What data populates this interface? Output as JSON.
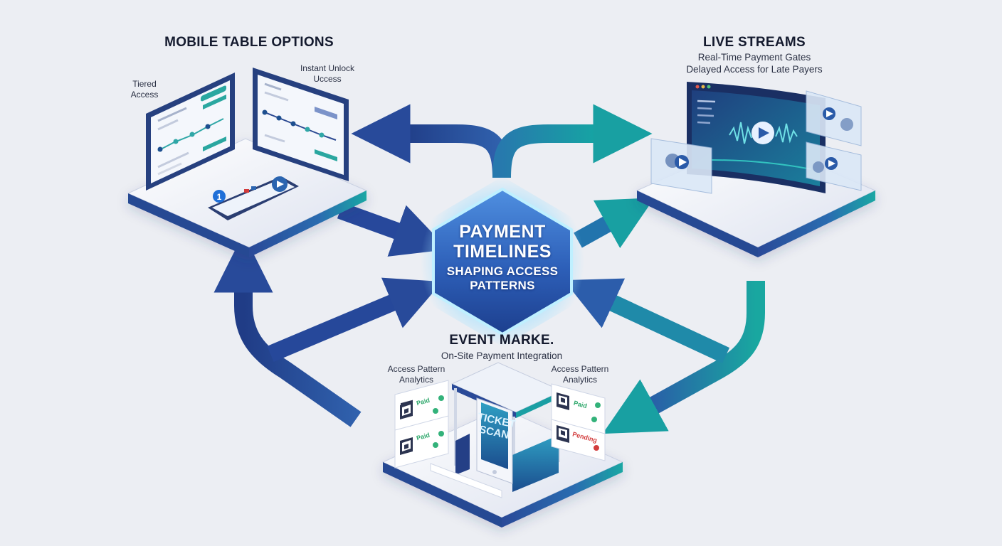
{
  "hub": {
    "title_line1": "PAYMENT",
    "title_line2": "TIMELINES",
    "subtitle_line1": "SHAPING ACCESS",
    "subtitle_line2": "PATTERNS"
  },
  "mobile": {
    "title": "MOBILE TABLE OPTIONS",
    "tiered_line1": "Tiered",
    "tiered_line2": "Access",
    "instant_line1": "Instant Unlock",
    "instant_line2": "Uccess",
    "badge": "1"
  },
  "live": {
    "title": "LIVE STREAMS",
    "line1": "Real-Time Payment Gates",
    "line2": "Delayed Access for Late Payers"
  },
  "event": {
    "title": "EVENT MARKE.",
    "subtitle": "On-Site Payment Integration",
    "left_analytics_line1": "Access Pattern",
    "left_analytics_line2": "Analytics",
    "right_analytics_line1": "Access Pattern",
    "right_analytics_line2": "Analytics",
    "kiosk_line1": "TICKET",
    "kiosk_line2": "SCAN",
    "tags": [
      "Paid",
      "Paid",
      "Paid",
      "Pending"
    ]
  },
  "colors": {
    "navy": "#25438f",
    "blue": "#2f67b0",
    "teal": "#17a3a3",
    "hub_glow": "#8fd6ff",
    "background": "#eceef3"
  }
}
